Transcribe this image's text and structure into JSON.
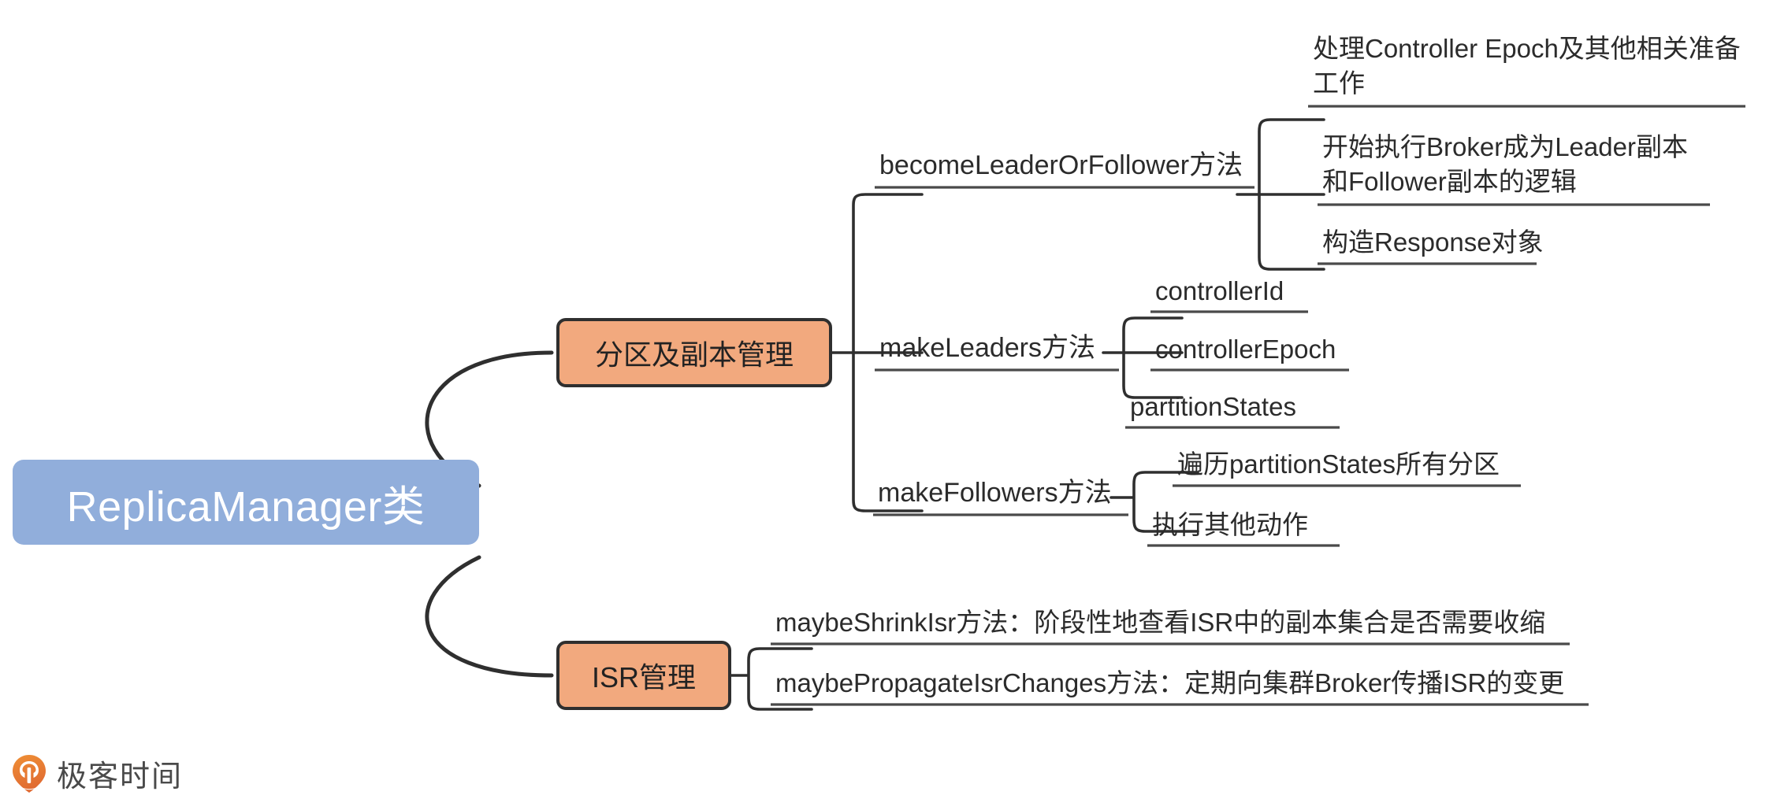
{
  "diagram": {
    "type": "mindmap",
    "title": "ReplicaManager类",
    "colors": {
      "root_fill": "#91aedb",
      "root_text": "#ffffff",
      "branch_fill": "#f2a97e",
      "branch_border": "#2f2f2f",
      "connector": "#2f2f2f",
      "underline": "#4a4a4a",
      "text": "#2b2b2b",
      "logo_orange": "#e8833a",
      "logo_text": "#4a4a4a",
      "background": "#ffffff"
    },
    "root": {
      "label": "ReplicaManager类"
    },
    "branches": [
      {
        "label": "分区及副本管理",
        "children": [
          {
            "label": "becomeLeaderOrFollower方法",
            "children": [
              {
                "label": "处理Controller Epoch及其他相关准备工作"
              },
              {
                "label": "开始执行Broker成为Leader副本和Follower副本的逻辑"
              },
              {
                "label": "构造Response对象"
              }
            ]
          },
          {
            "label": "makeLeaders方法",
            "children": [
              {
                "label": "controllerId"
              },
              {
                "label": "controllerEpoch"
              },
              {
                "label": "partitionStates"
              }
            ]
          },
          {
            "label": "makeFollowers方法",
            "children": [
              {
                "label": "遍历partitionStates所有分区"
              },
              {
                "label": "执行其他动作"
              }
            ]
          }
        ]
      },
      {
        "label": "ISR管理",
        "children": [
          {
            "label": "maybeShrinkIsr方法：阶段性地查看ISR中的副本集合是否需要收缩"
          },
          {
            "label": "maybePropagateIsrChanges方法：定期向集群Broker传播ISR的变更"
          }
        ]
      }
    ]
  },
  "logo": {
    "text": "极客时间",
    "mark": "geektime-pin-icon"
  }
}
